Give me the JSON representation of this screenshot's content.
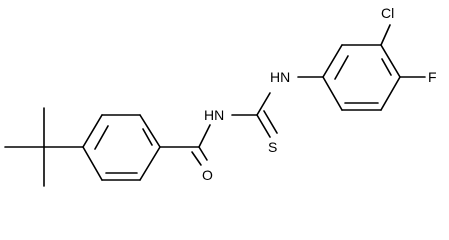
{
  "molecule": {
    "atoms": {
      "o": "O",
      "nh_amide": "HN",
      "s": "S",
      "nh_aryl": "HN",
      "cl": "Cl",
      "f": "F"
    }
  }
}
